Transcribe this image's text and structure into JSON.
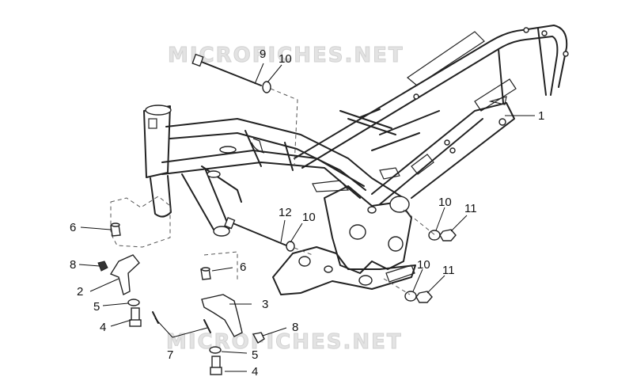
{
  "watermarks": [
    "MICROFICHES.NET",
    "MICROFICHES.NET"
  ],
  "callouts": [
    {
      "id": "c1",
      "label": "1"
    },
    {
      "id": "c2",
      "label": "2"
    },
    {
      "id": "c3",
      "label": "3"
    },
    {
      "id": "c4a",
      "label": "4"
    },
    {
      "id": "c4b",
      "label": "4"
    },
    {
      "id": "c5a",
      "label": "5"
    },
    {
      "id": "c5b",
      "label": "5"
    },
    {
      "id": "c6a",
      "label": "6"
    },
    {
      "id": "c6b",
      "label": "6"
    },
    {
      "id": "c7",
      "label": "7"
    },
    {
      "id": "c8a",
      "label": "8"
    },
    {
      "id": "c8b",
      "label": "8"
    },
    {
      "id": "c9",
      "label": "9"
    },
    {
      "id": "c10a",
      "label": "10"
    },
    {
      "id": "c10b",
      "label": "10"
    },
    {
      "id": "c10c",
      "label": "10"
    },
    {
      "id": "c10d",
      "label": "10"
    },
    {
      "id": "c11a",
      "label": "11"
    },
    {
      "id": "c11b",
      "label": "11"
    },
    {
      "id": "c12",
      "label": "12"
    }
  ]
}
